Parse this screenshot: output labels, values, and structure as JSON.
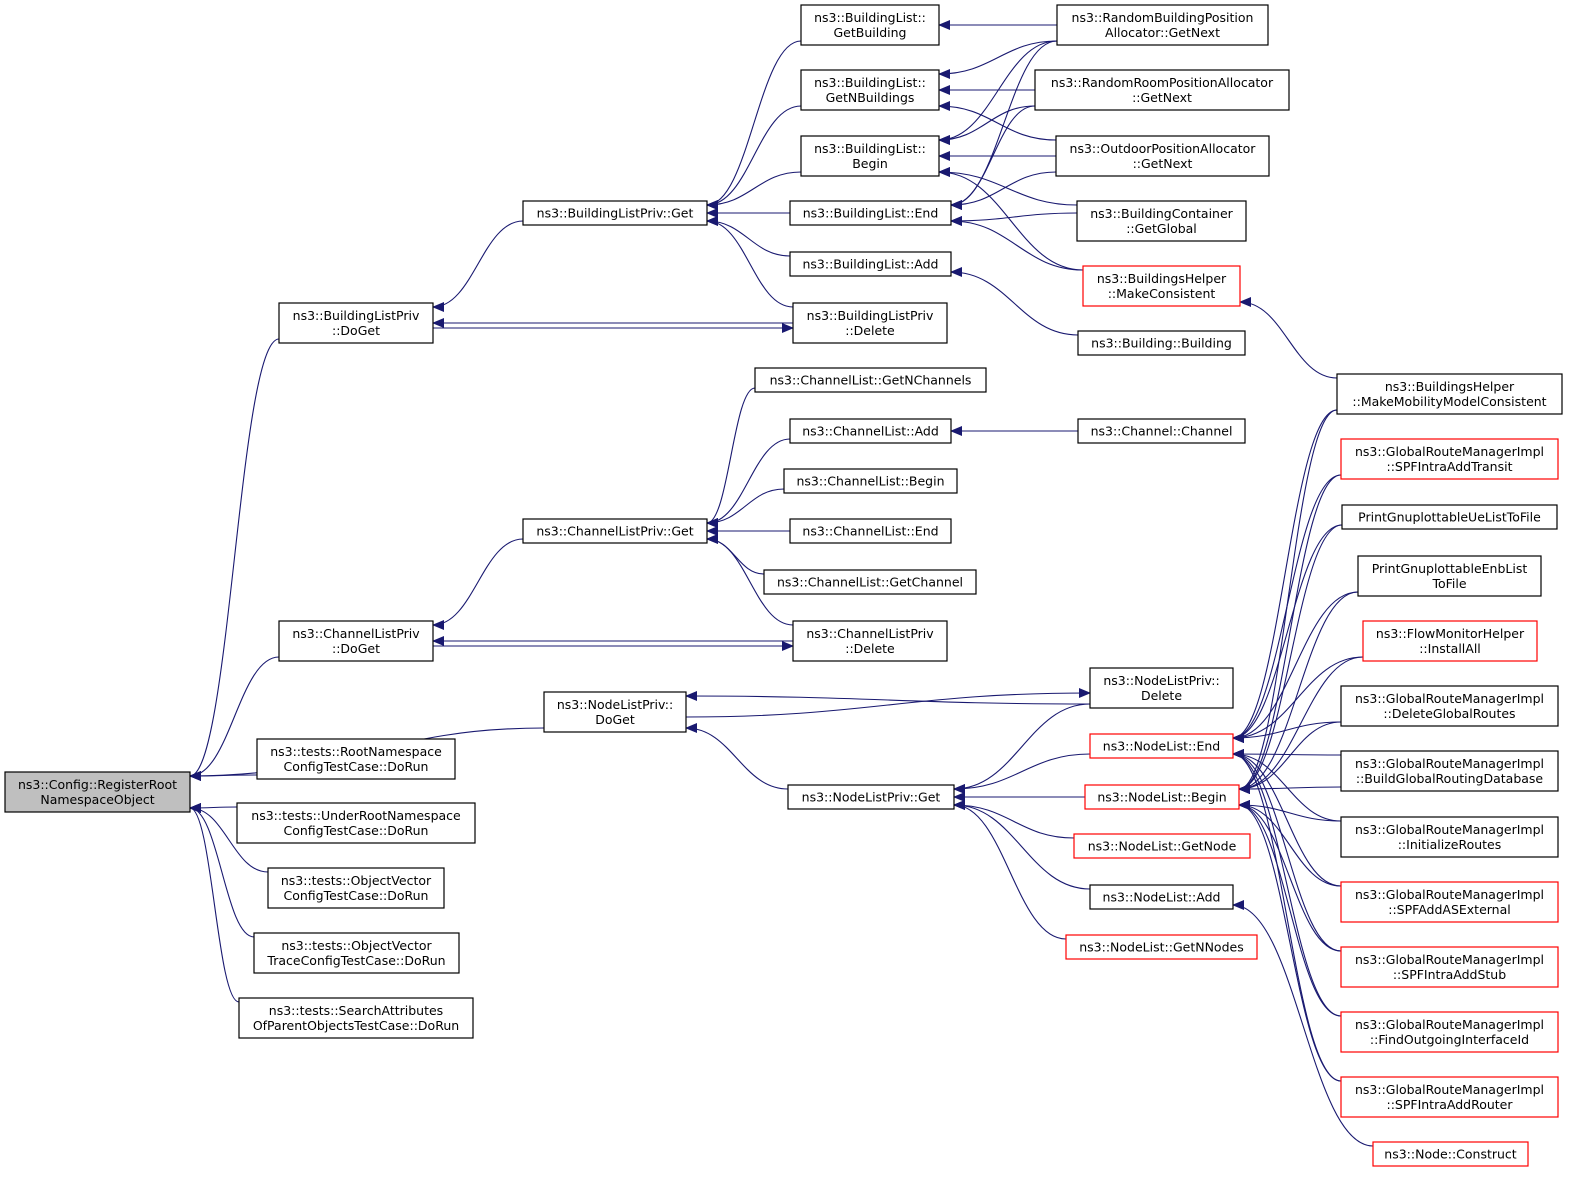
{
  "colors": {
    "edge": "#191970",
    "box_border": "#000000",
    "truncated_border": "#ff0000",
    "root_fill": "#bfbfbf"
  },
  "nodes": [
    {
      "id": "root",
      "style": "root",
      "lines": [
        "ns3::Config::RegisterRoot",
        "NamespaceObject"
      ]
    },
    {
      "id": "blp_doget",
      "style": "normal",
      "lines": [
        "ns3::BuildingListPriv",
        "::DoGet"
      ]
    },
    {
      "id": "clp_doget",
      "style": "normal",
      "lines": [
        "ns3::ChannelListPriv",
        "::DoGet"
      ]
    },
    {
      "id": "rootns_test",
      "style": "normal",
      "lines": [
        "ns3::tests::RootNamespace",
        "ConfigTestCase::DoRun"
      ]
    },
    {
      "id": "underroot_test",
      "style": "normal",
      "lines": [
        "ns3::tests::UnderRootNamespace",
        "ConfigTestCase::DoRun"
      ]
    },
    {
      "id": "objvec_test",
      "style": "normal",
      "lines": [
        "ns3::tests::ObjectVector",
        "ConfigTestCase::DoRun"
      ]
    },
    {
      "id": "objvec_trace_test",
      "style": "normal",
      "lines": [
        "ns3::tests::ObjectVector",
        "TraceConfigTestCase::DoRun"
      ]
    },
    {
      "id": "searchattr_test",
      "style": "normal",
      "lines": [
        "ns3::tests::SearchAttributes",
        "OfParentObjectsTestCase::DoRun"
      ]
    },
    {
      "id": "blp_get",
      "style": "normal",
      "lines": [
        "ns3::BuildingListPriv::Get"
      ]
    },
    {
      "id": "clp_get",
      "style": "normal",
      "lines": [
        "ns3::ChannelListPriv::Get"
      ]
    },
    {
      "id": "nlp_doget",
      "style": "normal",
      "lines": [
        "ns3::NodeListPriv::",
        "DoGet"
      ]
    },
    {
      "id": "bl_getbuilding",
      "style": "normal",
      "lines": [
        "ns3::BuildingList::",
        "GetBuilding"
      ]
    },
    {
      "id": "bl_getnbuildings",
      "style": "normal",
      "lines": [
        "ns3::BuildingList::",
        "GetNBuildings"
      ]
    },
    {
      "id": "bl_begin",
      "style": "normal",
      "lines": [
        "ns3::BuildingList::",
        "Begin"
      ]
    },
    {
      "id": "bl_end",
      "style": "normal",
      "lines": [
        "ns3::BuildingList::End"
      ]
    },
    {
      "id": "bl_add",
      "style": "normal",
      "lines": [
        "ns3::BuildingList::Add"
      ]
    },
    {
      "id": "blp_delete",
      "style": "normal",
      "lines": [
        "ns3::BuildingListPriv",
        "::Delete"
      ]
    },
    {
      "id": "cl_getnchannels",
      "style": "normal",
      "lines": [
        "ns3::ChannelList::GetNChannels"
      ]
    },
    {
      "id": "cl_add",
      "style": "normal",
      "lines": [
        "ns3::ChannelList::Add"
      ]
    },
    {
      "id": "cl_begin",
      "style": "normal",
      "lines": [
        "ns3::ChannelList::Begin"
      ]
    },
    {
      "id": "cl_end",
      "style": "normal",
      "lines": [
        "ns3::ChannelList::End"
      ]
    },
    {
      "id": "cl_getchannel",
      "style": "normal",
      "lines": [
        "ns3::ChannelList::GetChannel"
      ]
    },
    {
      "id": "clp_delete",
      "style": "normal",
      "lines": [
        "ns3::ChannelListPriv",
        "::Delete"
      ]
    },
    {
      "id": "nlp_get",
      "style": "normal",
      "lines": [
        "ns3::NodeListPriv::Get"
      ]
    },
    {
      "id": "rbpa_getnext",
      "style": "normal",
      "lines": [
        "ns3::RandomBuildingPosition",
        "Allocator::GetNext"
      ]
    },
    {
      "id": "rrpa_getnext",
      "style": "normal",
      "lines": [
        "ns3::RandomRoomPositionAllocator",
        "::GetNext"
      ]
    },
    {
      "id": "opa_getnext",
      "style": "normal",
      "lines": [
        "ns3::OutdoorPositionAllocator",
        "::GetNext"
      ]
    },
    {
      "id": "bc_getglobal",
      "style": "normal",
      "lines": [
        "ns3::BuildingContainer",
        "::GetGlobal"
      ]
    },
    {
      "id": "bh_makeconsistent",
      "style": "truncated",
      "lines": [
        "ns3::BuildingsHelper",
        "::MakeConsistent"
      ]
    },
    {
      "id": "building_ctor",
      "style": "normal",
      "lines": [
        "ns3::Building::Building"
      ]
    },
    {
      "id": "channel_ctor",
      "style": "normal",
      "lines": [
        "ns3::Channel::Channel"
      ]
    },
    {
      "id": "nlp_delete",
      "style": "normal",
      "lines": [
        "ns3::NodeListPriv::",
        "Delete"
      ]
    },
    {
      "id": "nl_end",
      "style": "truncated",
      "lines": [
        "ns3::NodeList::End"
      ]
    },
    {
      "id": "nl_begin",
      "style": "truncated",
      "lines": [
        "ns3::NodeList::Begin"
      ]
    },
    {
      "id": "nl_getnode",
      "style": "truncated",
      "lines": [
        "ns3::NodeList::GetNode"
      ]
    },
    {
      "id": "nl_add",
      "style": "normal",
      "lines": [
        "ns3::NodeList::Add"
      ]
    },
    {
      "id": "nl_getnnodes",
      "style": "truncated",
      "lines": [
        "ns3::NodeList::GetNNodes"
      ]
    },
    {
      "id": "bh_makemobility",
      "style": "normal",
      "lines": [
        "ns3::BuildingsHelper",
        "::MakeMobilityModelConsistent"
      ]
    },
    {
      "id": "grm_addtransit",
      "style": "truncated",
      "lines": [
        "ns3::GlobalRouteManagerImpl",
        "::SPFIntraAddTransit"
      ]
    },
    {
      "id": "print_ue",
      "style": "normal",
      "lines": [
        "PrintGnuplottableUeListToFile"
      ]
    },
    {
      "id": "print_enb",
      "style": "normal",
      "lines": [
        "PrintGnuplottableEnbList",
        "ToFile"
      ]
    },
    {
      "id": "fm_installall",
      "style": "truncated",
      "lines": [
        "ns3::FlowMonitorHelper",
        "::InstallAll"
      ]
    },
    {
      "id": "grm_delete",
      "style": "normal",
      "lines": [
        "ns3::GlobalRouteManagerImpl",
        "::DeleteGlobalRoutes"
      ]
    },
    {
      "id": "grm_build",
      "style": "normal",
      "lines": [
        "ns3::GlobalRouteManagerImpl",
        "::BuildGlobalRoutingDatabase"
      ]
    },
    {
      "id": "grm_init",
      "style": "normal",
      "lines": [
        "ns3::GlobalRouteManagerImpl",
        "::InitializeRoutes"
      ]
    },
    {
      "id": "grm_asexternal",
      "style": "truncated",
      "lines": [
        "ns3::GlobalRouteManagerImpl",
        "::SPFAddASExternal"
      ]
    },
    {
      "id": "grm_stub",
      "style": "truncated",
      "lines": [
        "ns3::GlobalRouteManagerImpl",
        "::SPFIntraAddStub"
      ]
    },
    {
      "id": "grm_findout",
      "style": "truncated",
      "lines": [
        "ns3::GlobalRouteManagerImpl",
        "::FindOutgoingInterfaceId"
      ]
    },
    {
      "id": "grm_router",
      "style": "truncated",
      "lines": [
        "ns3::GlobalRouteManagerImpl",
        "::SPFIntraAddRouter"
      ]
    },
    {
      "id": "node_construct",
      "style": "truncated",
      "lines": [
        "ns3::Node::Construct"
      ]
    }
  ],
  "edges": [
    [
      "blp_doget",
      "root"
    ],
    [
      "clp_doget",
      "root"
    ],
    [
      "nlp_doget",
      "root"
    ],
    [
      "rootns_test",
      "root"
    ],
    [
      "underroot_test",
      "root"
    ],
    [
      "objvec_test",
      "root"
    ],
    [
      "objvec_trace_test",
      "root"
    ],
    [
      "searchattr_test",
      "root"
    ],
    [
      "blp_get",
      "blp_doget"
    ],
    [
      "blp_delete",
      "blp_doget"
    ],
    [
      "blp_doget",
      "blp_delete"
    ],
    [
      "clp_get",
      "clp_doget"
    ],
    [
      "clp_delete",
      "clp_doget"
    ],
    [
      "clp_doget",
      "clp_delete"
    ],
    [
      "nlp_get",
      "nlp_doget"
    ],
    [
      "nlp_delete",
      "nlp_doget"
    ],
    [
      "nlp_doget",
      "nlp_delete"
    ],
    [
      "bl_getbuilding",
      "blp_get"
    ],
    [
      "bl_getnbuildings",
      "blp_get"
    ],
    [
      "bl_begin",
      "blp_get"
    ],
    [
      "bl_end",
      "blp_get"
    ],
    [
      "bl_add",
      "blp_get"
    ],
    [
      "blp_delete",
      "blp_get"
    ],
    [
      "cl_getnchannels",
      "clp_get"
    ],
    [
      "cl_add",
      "clp_get"
    ],
    [
      "cl_begin",
      "clp_get"
    ],
    [
      "cl_end",
      "clp_get"
    ],
    [
      "cl_getchannel",
      "clp_get"
    ],
    [
      "clp_delete",
      "clp_get"
    ],
    [
      "nlp_delete",
      "nlp_get"
    ],
    [
      "nl_end",
      "nlp_get"
    ],
    [
      "nl_begin",
      "nlp_get"
    ],
    [
      "nl_getnode",
      "nlp_get"
    ],
    [
      "nl_add",
      "nlp_get"
    ],
    [
      "nl_getnnodes",
      "nlp_get"
    ],
    [
      "rbpa_getnext",
      "bl_getbuilding"
    ],
    [
      "rbpa_getnext",
      "bl_getnbuildings"
    ],
    [
      "rrpa_getnext",
      "bl_getnbuildings"
    ],
    [
      "opa_getnext",
      "bl_getnbuildings"
    ],
    [
      "rbpa_getnext",
      "bl_begin"
    ],
    [
      "rrpa_getnext",
      "bl_begin"
    ],
    [
      "opa_getnext",
      "bl_begin"
    ],
    [
      "bc_getglobal",
      "bl_begin"
    ],
    [
      "bh_makeconsistent",
      "bl_begin"
    ],
    [
      "rbpa_getnext",
      "bl_end"
    ],
    [
      "rrpa_getnext",
      "bl_end"
    ],
    [
      "opa_getnext",
      "bl_end"
    ],
    [
      "bc_getglobal",
      "bl_end"
    ],
    [
      "bh_makeconsistent",
      "bl_end"
    ],
    [
      "building_ctor",
      "bl_add"
    ],
    [
      "channel_ctor",
      "cl_add"
    ],
    [
      "bh_makemobility",
      "bh_makeconsistent"
    ],
    [
      "bh_makemobility",
      "nl_end"
    ],
    [
      "grm_addtransit",
      "nl_end"
    ],
    [
      "print_ue",
      "nl_end"
    ],
    [
      "print_enb",
      "nl_end"
    ],
    [
      "fm_installall",
      "nl_end"
    ],
    [
      "grm_delete",
      "nl_end"
    ],
    [
      "grm_build",
      "nl_end"
    ],
    [
      "grm_init",
      "nl_end"
    ],
    [
      "grm_asexternal",
      "nl_end"
    ],
    [
      "grm_stub",
      "nl_end"
    ],
    [
      "grm_findout",
      "nl_end"
    ],
    [
      "grm_router",
      "nl_end"
    ],
    [
      "bh_makemobility",
      "nl_begin"
    ],
    [
      "grm_addtransit",
      "nl_begin"
    ],
    [
      "print_ue",
      "nl_begin"
    ],
    [
      "print_enb",
      "nl_begin"
    ],
    [
      "fm_installall",
      "nl_begin"
    ],
    [
      "grm_delete",
      "nl_begin"
    ],
    [
      "grm_build",
      "nl_begin"
    ],
    [
      "grm_init",
      "nl_begin"
    ],
    [
      "grm_asexternal",
      "nl_begin"
    ],
    [
      "grm_stub",
      "nl_begin"
    ],
    [
      "grm_findout",
      "nl_begin"
    ],
    [
      "grm_router",
      "nl_begin"
    ],
    [
      "node_construct",
      "nl_add"
    ]
  ]
}
